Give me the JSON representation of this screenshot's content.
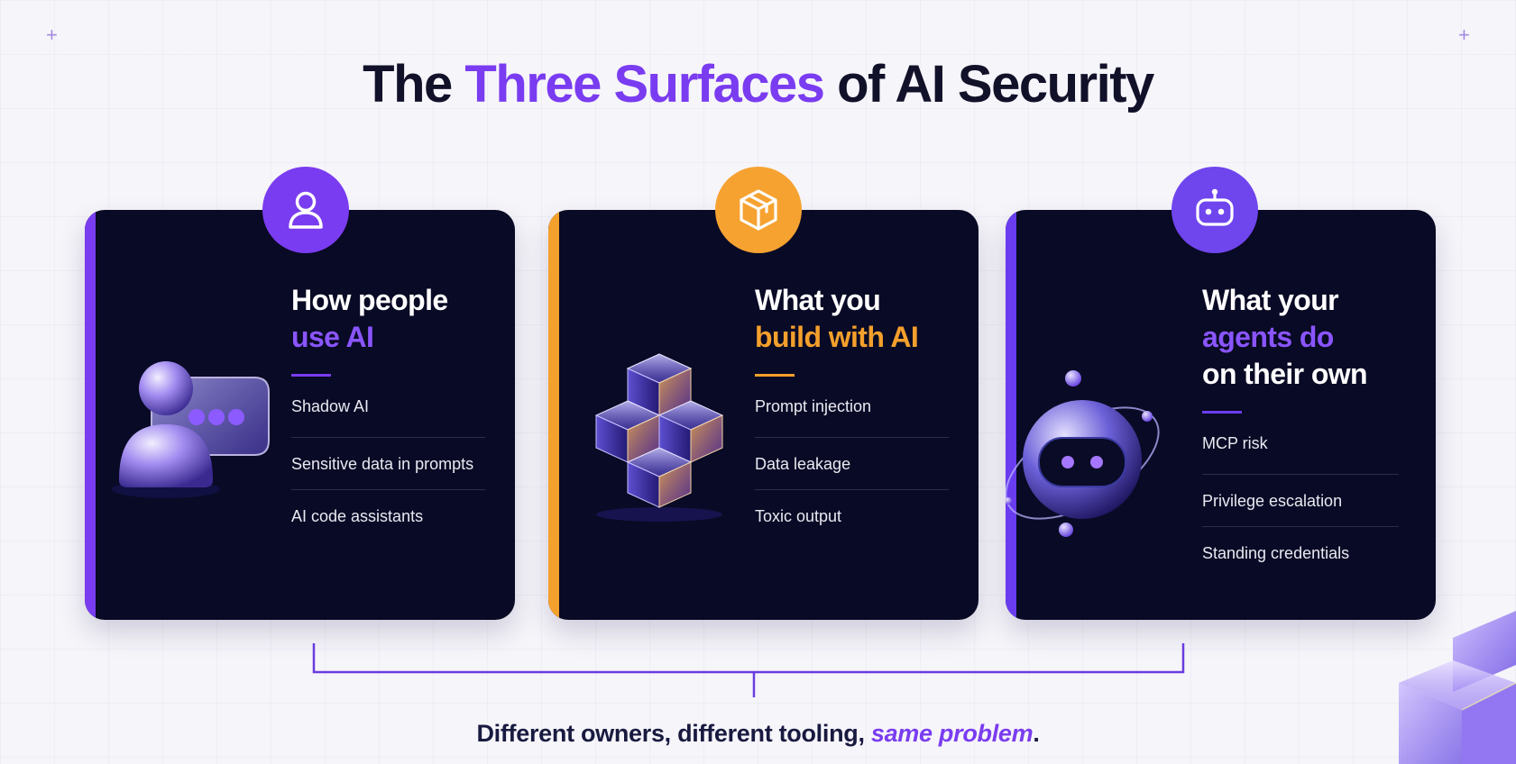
{
  "title": {
    "prefix": "The ",
    "accent": "Three Surfaces",
    "suffix": " of AI Security"
  },
  "cards": [
    {
      "icon": "user-icon",
      "accent_color": "#7a3cf0",
      "heading_line1": "How people",
      "heading_accent": "use AI",
      "items": [
        "Shadow AI",
        "Sensitive data in prompts",
        "AI code assistants"
      ]
    },
    {
      "icon": "cube-icon",
      "accent_color": "#f4a02c",
      "heading_line1": "What you",
      "heading_accent": "build with AI",
      "items": [
        "Prompt injection",
        "Data leakage",
        "Toxic output"
      ]
    },
    {
      "icon": "robot-icon",
      "accent_color": "#6a3cf0",
      "heading_line1": "What your",
      "heading_accent": "agents do",
      "heading_line3": "on their own",
      "items": [
        "MCP risk",
        "Privilege escalation",
        "Standing credentials"
      ]
    }
  ],
  "tagline": {
    "text": "Different owners, different tooling, ",
    "emphasis": "same problem",
    "end": "."
  }
}
